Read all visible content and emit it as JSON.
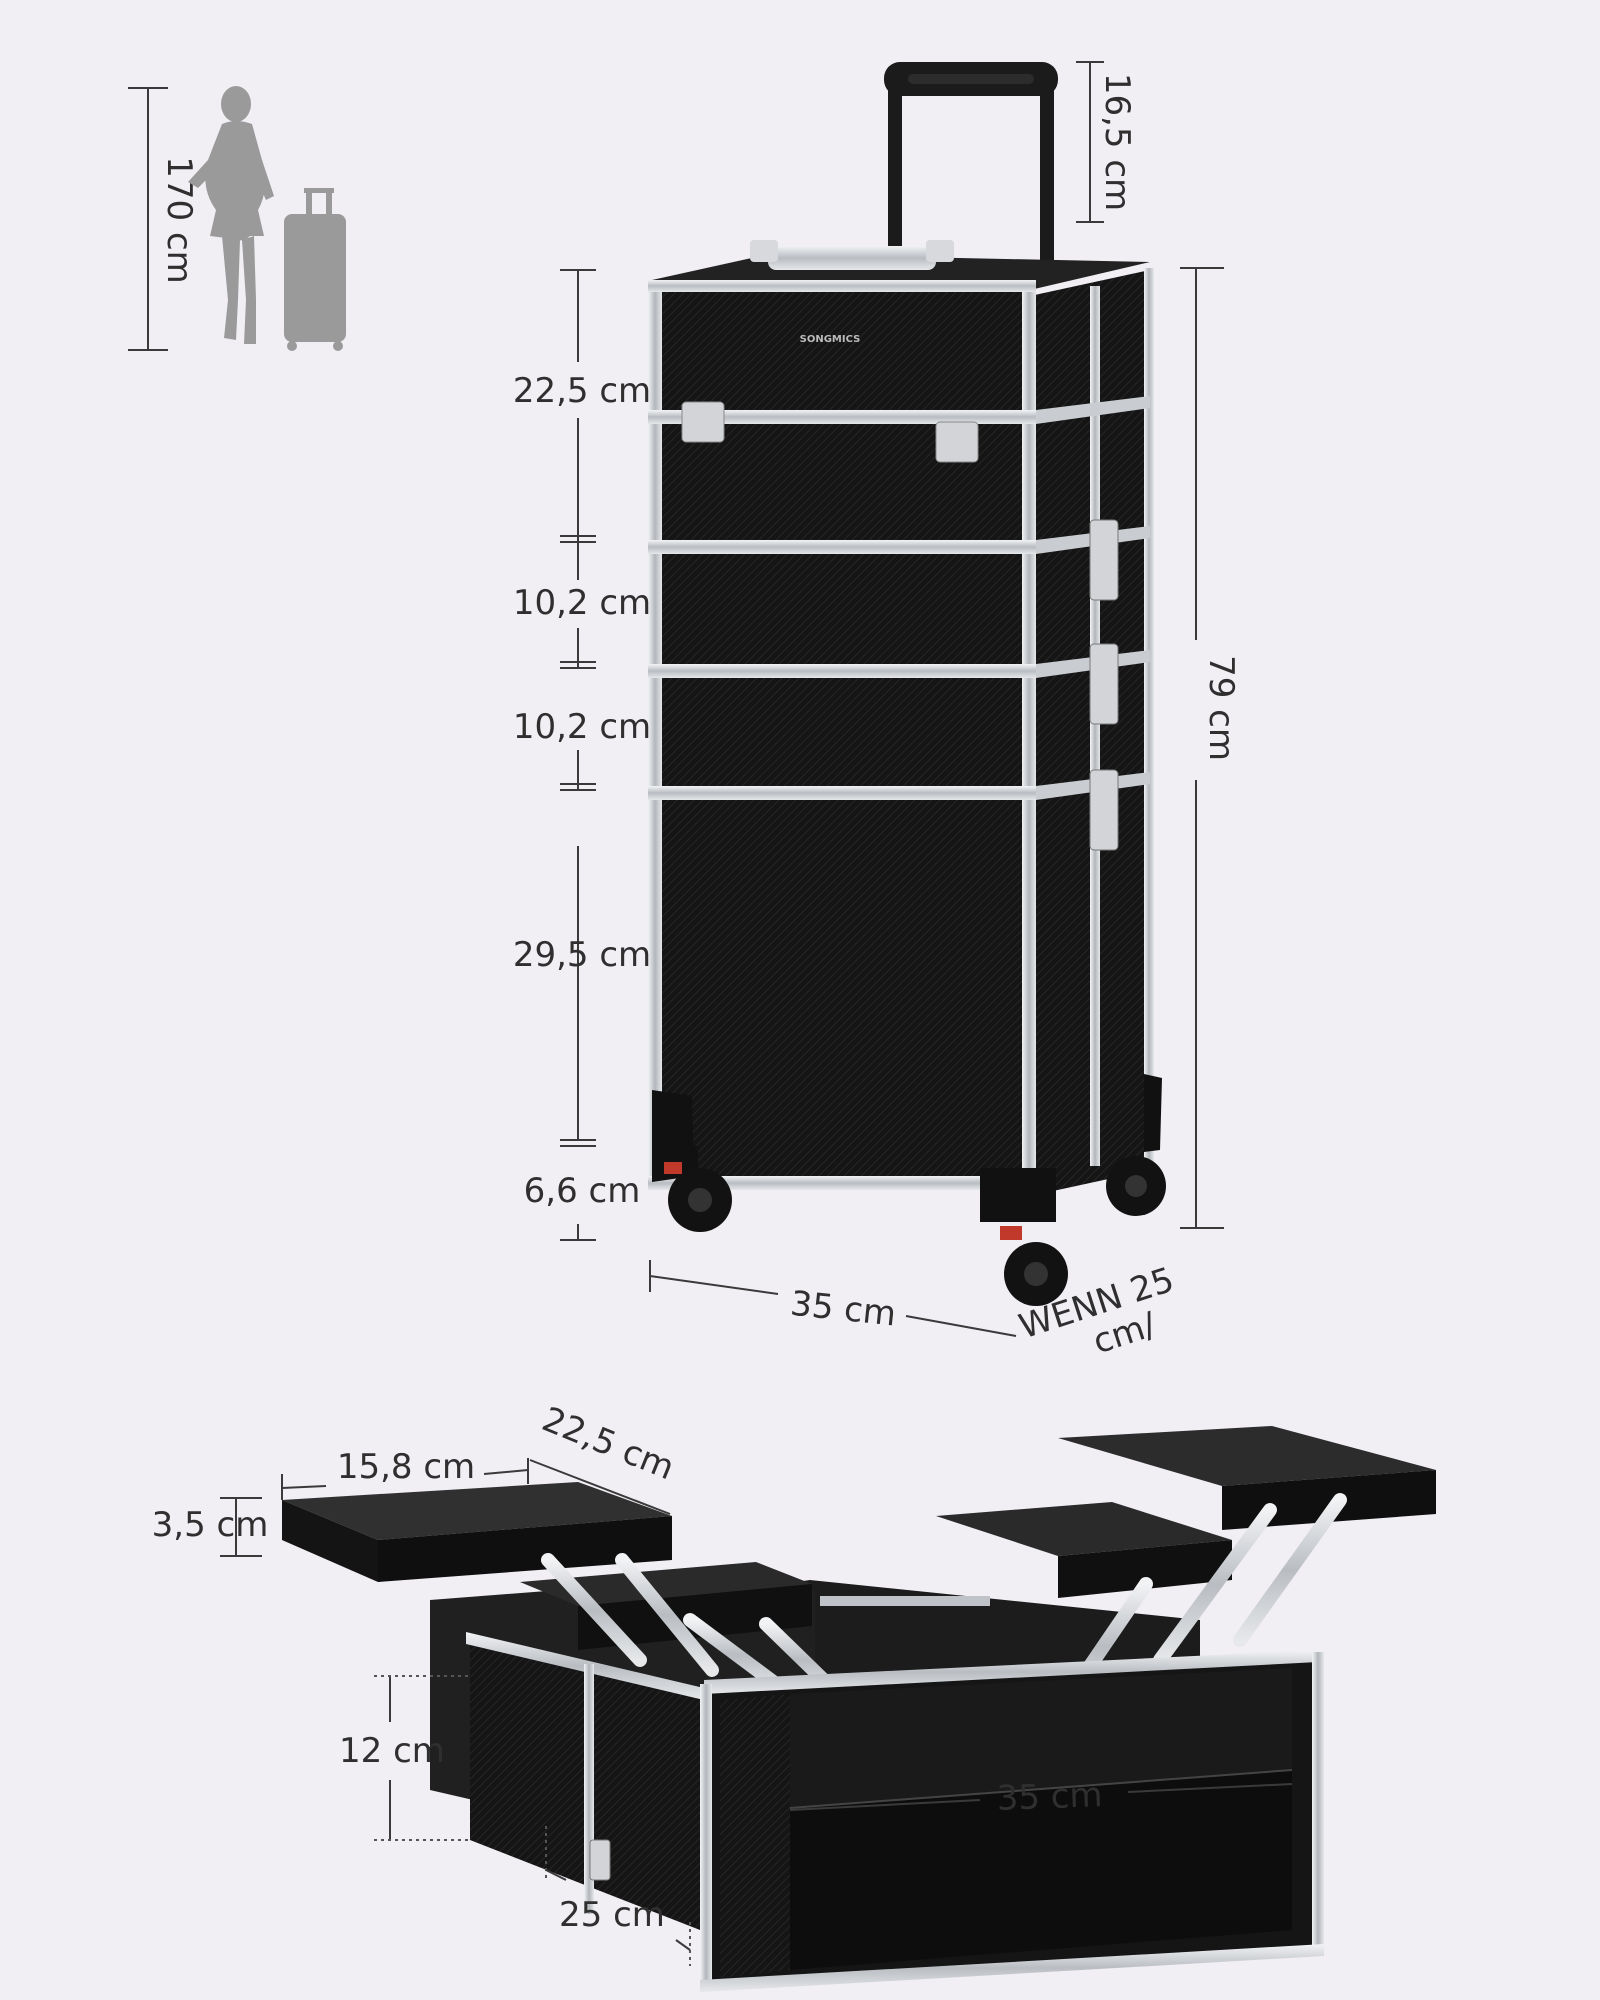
{
  "brand": "SONGMICS",
  "scale": {
    "height_label": "170 cm"
  },
  "trolley": {
    "handle_label": "16,5 cm",
    "total_height_label": "79 cm",
    "width_label": "35 cm",
    "depth_note_line1": "WENN 25",
    "depth_note_line2": "cm/",
    "sections": [
      {
        "label": "22,5 cm"
      },
      {
        "label": "10,2 cm"
      },
      {
        "label": "10,2 cm"
      },
      {
        "label": "29,5 cm"
      },
      {
        "label": "6,6 cm"
      }
    ]
  },
  "open_case": {
    "tray_width_label": "15,8 cm",
    "tray_length_label": "22,5 cm",
    "tray_height_label": "3,5 cm",
    "compartment_height_label": "12 cm",
    "interior_width_label": "35 cm",
    "depth_label": "25 cm"
  },
  "colors": {
    "background": "#f1eef4",
    "case_body": "#151515",
    "aluminum_trim": "#c9ccd0",
    "silhouette": "#9a9a9a"
  }
}
